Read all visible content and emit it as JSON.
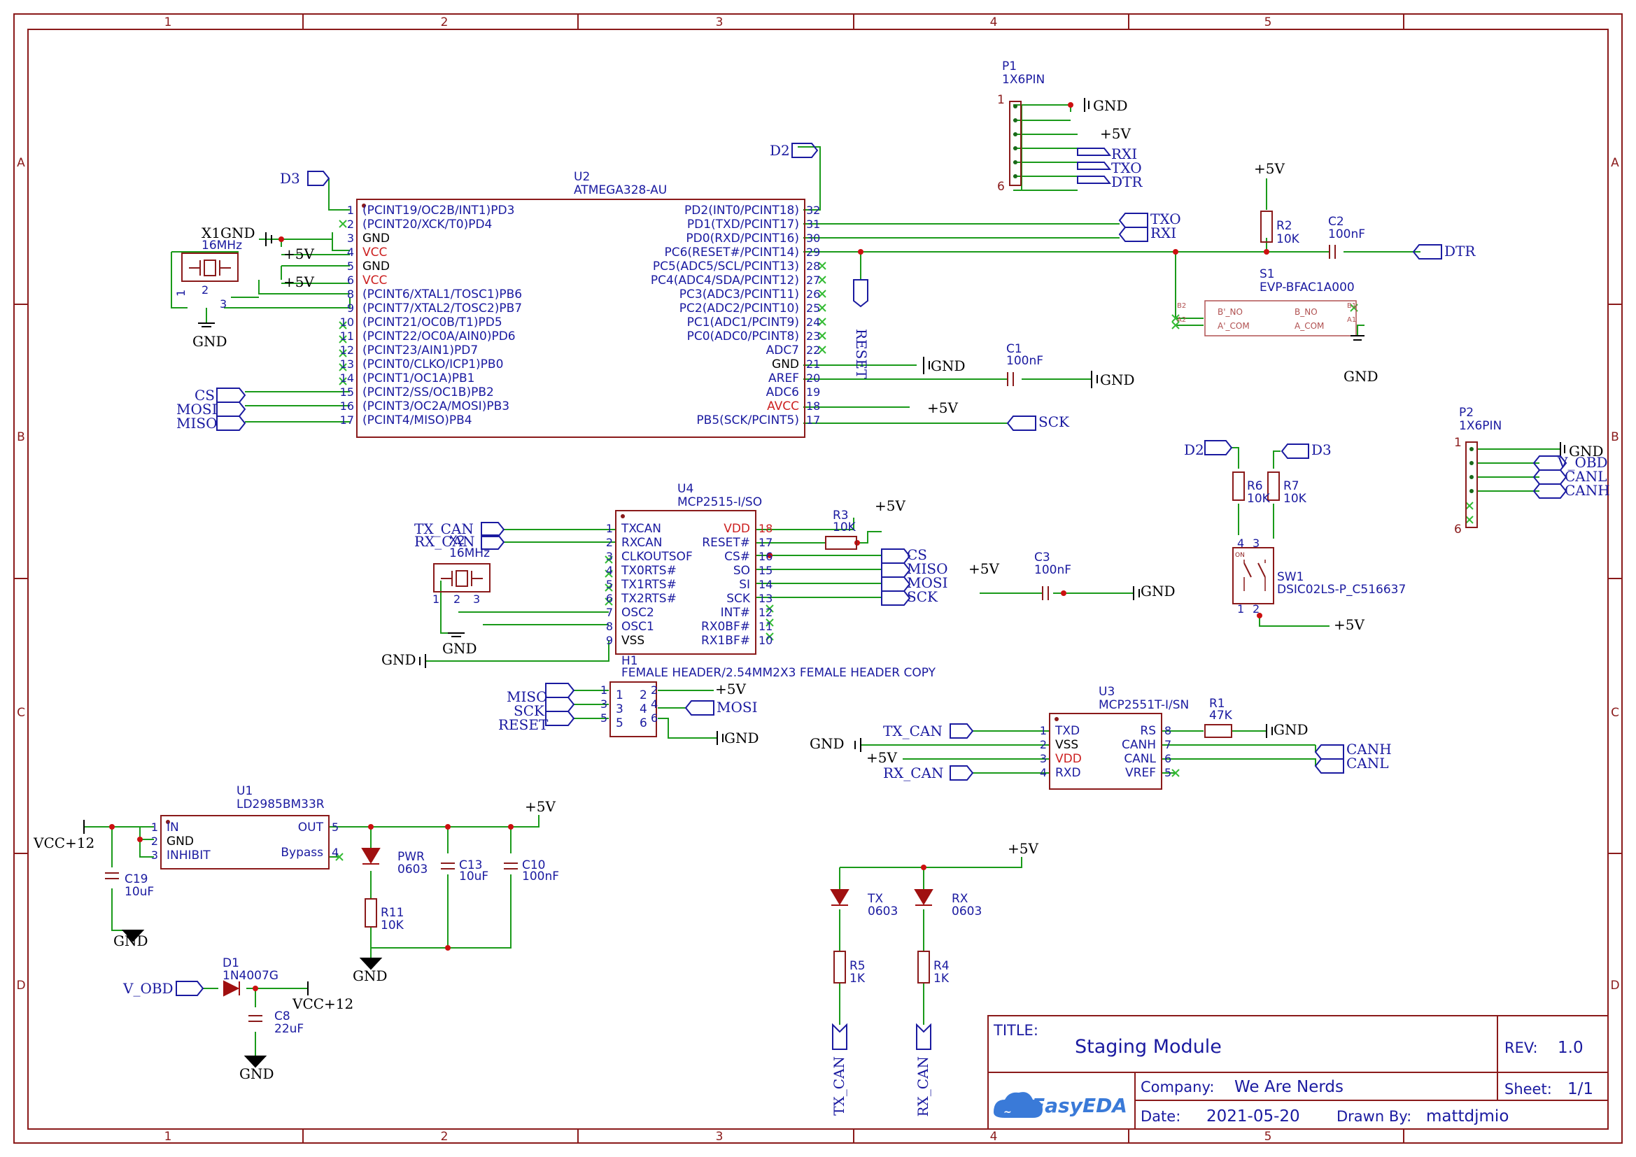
{
  "frame": {
    "cols": [
      "1",
      "2",
      "3",
      "4",
      "5"
    ],
    "rows": [
      "A",
      "B",
      "C",
      "D"
    ]
  },
  "title_block": {
    "title_label": "TITLE:",
    "title": "Staging Module",
    "rev_label": "REV:",
    "rev": "1.0",
    "company_label": "Company:",
    "company": "We Are Nerds",
    "sheet_label": "Sheet:",
    "sheet": "1/1",
    "date_label": "Date:",
    "date": "2021-05-20",
    "drawn_label": "Drawn By:",
    "drawn": "mattdjmio",
    "logo": "EasyEDA"
  },
  "u2": {
    "ref": "U2",
    "part": "ATMEGA328-AU",
    "left": [
      {
        "n": "1",
        "name": "(PCINT19/OC2B/INT1)PD3"
      },
      {
        "n": "2",
        "name": "(PCINT20/XCK/T0)PD4"
      },
      {
        "n": "3",
        "name": "GND"
      },
      {
        "n": "4",
        "name": "VCC",
        "p": true
      },
      {
        "n": "5",
        "name": "GND"
      },
      {
        "n": "6",
        "name": "VCC",
        "p": true
      },
      {
        "n": "8",
        "name": "(PCINT6/XTAL1/TOSC1)PB6"
      },
      {
        "n": "9",
        "name": "(PCINT7/XTAL2/TOSC2)PB7"
      },
      {
        "n": "10",
        "name": "(PCINT21/OC0B/T1)PD5"
      },
      {
        "n": "11",
        "name": "(PCINT22/OC0A/AIN0)PD6"
      },
      {
        "n": "12",
        "name": "(PCINT23/AIN1)PD7"
      },
      {
        "n": "13",
        "name": "(PCINT0/CLKO/ICP1)PB0"
      },
      {
        "n": "14",
        "name": "(PCINT1/OC1A)PB1"
      },
      {
        "n": "15",
        "name": "(PCINT2/SS/OC1B)PB2"
      },
      {
        "n": "16",
        "name": "(PCINT3/OC2A/MOSI)PB3"
      },
      {
        "n": "17",
        "name": "(PCINT4/MISO)PB4"
      }
    ],
    "right": [
      {
        "n": "32",
        "name": "PD2(INT0/PCINT18)"
      },
      {
        "n": "31",
        "name": "PD1(TXD/PCINT17)"
      },
      {
        "n": "30",
        "name": "PD0(RXD/PCINT16)"
      },
      {
        "n": "29",
        "name": "PC6(RESET#/PCINT14)"
      },
      {
        "n": "28",
        "name": "PC5(ADC5/SCL/PCINT13)"
      },
      {
        "n": "27",
        "name": "PC4(ADC4/SDA/PCINT12)"
      },
      {
        "n": "26",
        "name": "PC3(ADC3/PCINT11)"
      },
      {
        "n": "25",
        "name": "PC2(ADC2/PCINT10)"
      },
      {
        "n": "24",
        "name": "PC1(ADC1/PCINT9)"
      },
      {
        "n": "23",
        "name": "PC0(ADC0/PCINT8)"
      },
      {
        "n": "22",
        "name": "ADC7"
      },
      {
        "n": "21",
        "name": "GND"
      },
      {
        "n": "20",
        "name": "AREF"
      },
      {
        "n": "19",
        "name": "ADC6"
      },
      {
        "n": "18",
        "name": "AVCC",
        "p": true
      },
      {
        "n": "17",
        "name": "PB5(SCK/PCINT5)"
      }
    ]
  },
  "u4": {
    "ref": "U4",
    "part": "MCP2515-I/SO",
    "left": [
      {
        "n": "1",
        "name": "TXCAN"
      },
      {
        "n": "2",
        "name": "RXCAN"
      },
      {
        "n": "3",
        "name": "CLKOUTSOF"
      },
      {
        "n": "4",
        "name": "TX0RTS#"
      },
      {
        "n": "5",
        "name": "TX1RTS#"
      },
      {
        "n": "6",
        "name": "TX2RTS#"
      },
      {
        "n": "7",
        "name": "OSC2"
      },
      {
        "n": "8",
        "name": "OSC1"
      },
      {
        "n": "9",
        "name": "VSS"
      }
    ],
    "right": [
      {
        "n": "18",
        "name": "VDD",
        "p": true
      },
      {
        "n": "17",
        "name": "RESET#"
      },
      {
        "n": "16",
        "name": "CS#"
      },
      {
        "n": "15",
        "name": "SO"
      },
      {
        "n": "14",
        "name": "SI"
      },
      {
        "n": "13",
        "name": "SCK"
      },
      {
        "n": "12",
        "name": "INT#"
      },
      {
        "n": "11",
        "name": "RX0BF#"
      },
      {
        "n": "10",
        "name": "RX1BF#"
      }
    ]
  },
  "u3": {
    "ref": "U3",
    "part": "MCP2551T-I/SN",
    "left": [
      {
        "n": "1",
        "name": "TXD"
      },
      {
        "n": "2",
        "name": "VSS"
      },
      {
        "n": "3",
        "name": "VDD",
        "p": true
      },
      {
        "n": "4",
        "name": "RXD"
      }
    ],
    "right": [
      {
        "n": "8",
        "name": "RS"
      },
      {
        "n": "7",
        "name": "CANH"
      },
      {
        "n": "6",
        "name": "CANL"
      },
      {
        "n": "5",
        "name": "VREF"
      }
    ]
  },
  "u1": {
    "ref": "U1",
    "part": "LD2985BM33R",
    "left": [
      {
        "n": "1",
        "name": "IN"
      },
      {
        "n": "2",
        "name": "GND"
      },
      {
        "n": "3",
        "name": "INHIBIT"
      }
    ],
    "right": [
      {
        "n": "5",
        "name": "OUT"
      },
      {
        "n": "4",
        "name": "Bypass"
      }
    ]
  },
  "h1": {
    "ref": "H1",
    "part": "FEMALE HEADER/2.54MM2X3 FEMALE HEADER COPY",
    "pins": [
      "1",
      "2",
      "3",
      "4",
      "5",
      "6"
    ]
  },
  "p1": {
    "ref": "P1",
    "part": "1X6PIN",
    "first": "1",
    "last": "6"
  },
  "p2": {
    "ref": "P2",
    "part": "1X6PIN",
    "first": "1",
    "last": "6"
  },
  "s1": {
    "ref": "S1",
    "part": "EVP-BFAC1A000",
    "pins": [
      "B'_NO",
      "A'_COM",
      "B_NO",
      "A_COM"
    ],
    "pn": [
      "B2",
      "A2",
      "B1",
      "A1"
    ]
  },
  "sw1": {
    "ref": "SW1",
    "part": "DSIC02LS-P_C516637",
    "on": "ON",
    "pins": [
      "4",
      "3",
      "1",
      "2"
    ]
  },
  "x1": {
    "ref": "X1",
    "part": "16MHz",
    "pins": [
      "1",
      "2",
      "3"
    ]
  },
  "x2": {
    "ref": "X2",
    "part": "16MHz",
    "pins": [
      "1",
      "2",
      "3"
    ]
  },
  "passives": {
    "r1": {
      "ref": "R1",
      "val": "47K"
    },
    "r2": {
      "ref": "R2",
      "val": "10K"
    },
    "r3": {
      "ref": "R3",
      "val": "10K"
    },
    "r4": {
      "ref": "R4",
      "val": "1K"
    },
    "r5": {
      "ref": "R5",
      "val": "1K"
    },
    "r6": {
      "ref": "R6",
      "val": "10K"
    },
    "r7": {
      "ref": "R7",
      "val": "10K"
    },
    "r11": {
      "ref": "R11",
      "val": "10K"
    },
    "c1": {
      "ref": "C1",
      "val": "100nF"
    },
    "c2": {
      "ref": "C2",
      "val": "100nF"
    },
    "c3": {
      "ref": "C3",
      "val": "100nF"
    },
    "c8": {
      "ref": "C8",
      "val": "22uF"
    },
    "c10": {
      "ref": "C10",
      "val": "100nF"
    },
    "c13": {
      "ref": "C13",
      "val": "10uF"
    },
    "c19": {
      "ref": "C19",
      "val": "10uF"
    },
    "d1": {
      "ref": "D1",
      "val": "1N4007G"
    },
    "pwr": {
      "ref": "PWR",
      "val": "0603"
    },
    "tx": {
      "ref": "TX",
      "val": "0603"
    },
    "rx": {
      "ref": "RX",
      "val": "0603"
    }
  },
  "nets": {
    "gnd": "GND",
    "p5v": "+5V",
    "vcc12": "VCC+12",
    "d2": "D2",
    "d3": "D3",
    "cs": "CS",
    "mosi": "MOSI",
    "miso": "MISO",
    "sck": "SCK",
    "txo": "TXO",
    "rxi": "RXI",
    "dtr": "DTR",
    "reset": "RESET",
    "tx_can": "TX_CAN",
    "rx_can": "RX_CAN",
    "canh": "CANH",
    "canl": "CANL",
    "v_obd": "V_OBD"
  },
  "colors": {
    "wire": "#1a9a1a",
    "body": "#8a1a1a",
    "text": "#1a1aa0",
    "power": "#cc2020",
    "nc": "#33bb33"
  }
}
